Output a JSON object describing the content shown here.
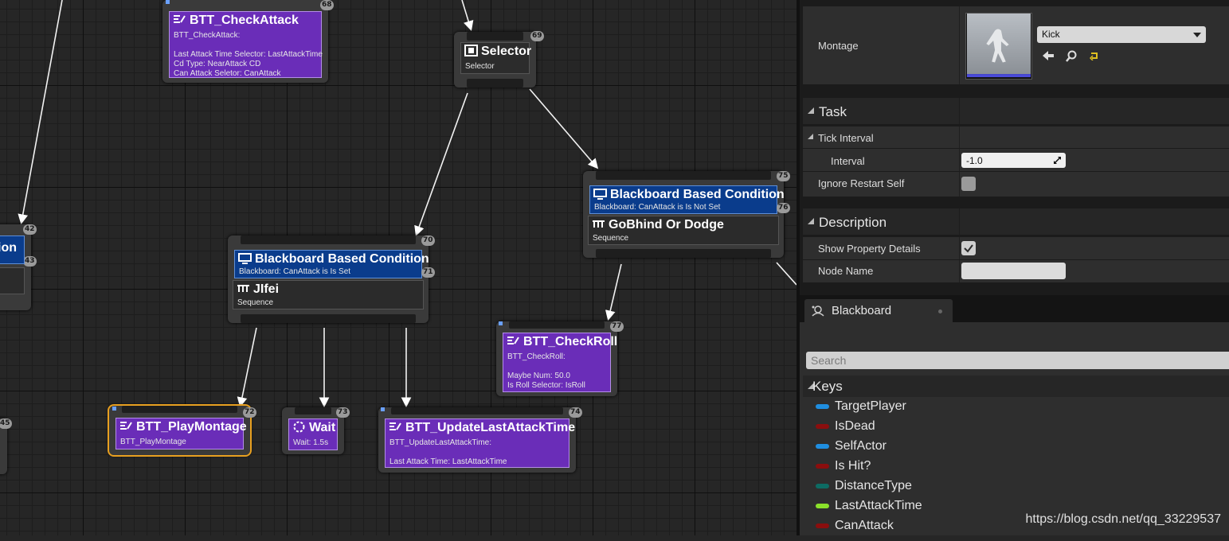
{
  "graph": {
    "nodes": {
      "check_attack": {
        "index": "68",
        "title": "BTT_CheckAttack",
        "lines": [
          "BTT_CheckAttack:",
          "",
          "Last Attack Time Selector: LastAttackTime",
          "Cd Type: NearAttack CD",
          "Can Attack Seletor: CanAttack"
        ]
      },
      "selector": {
        "index": "69",
        "title": "Selector",
        "subtitle": "Selector"
      },
      "left_partial": {
        "index_top": "42",
        "index_mid": "43",
        "title_fragment": "ion"
      },
      "left_bottom": {
        "index": "45"
      },
      "bb_condition_set": {
        "index": "70",
        "decorator_index": "71",
        "decorator_title": "Blackboard Based Condition",
        "decorator_desc": "Blackboard: CanAttack is Is Set",
        "composite_title": "JIfei",
        "composite_type": "Sequence"
      },
      "bb_condition_not_set": {
        "index": "75",
        "decorator_index": "76",
        "decorator_title": "Blackboard Based Condition",
        "decorator_desc": "Blackboard: CanAttack is Is Not Set",
        "composite_title": "GoBhind Or Dodge",
        "composite_type": "Sequence"
      },
      "play_montage": {
        "index": "72",
        "title": "BTT_PlayMontage",
        "lines": [
          "BTT_PlayMontage"
        ]
      },
      "wait": {
        "index": "73",
        "title": "Wait",
        "lines": [
          "Wait: 1.5s"
        ]
      },
      "update_last_attack": {
        "index": "74",
        "title": "BTT_UpdateLastAttackTime",
        "lines": [
          "BTT_UpdateLastAttackTime:",
          "",
          "Last Attack Time: LastAttackTime"
        ]
      },
      "check_roll": {
        "index": "77",
        "title": "BTT_CheckRoll",
        "lines": [
          "BTT_CheckRoll:",
          "",
          "Maybe Num: 50.0",
          "Is Roll Selector: IsRoll"
        ]
      }
    }
  },
  "details": {
    "montage": {
      "label": "Montage",
      "value": "Kick"
    },
    "task_category": "Task",
    "tick_interval": {
      "label": "Tick Interval",
      "interval_label": "Interval",
      "interval_value": "-1.0"
    },
    "ignore_restart_self": {
      "label": "Ignore Restart Self",
      "checked": false
    },
    "description_category": "Description",
    "show_property_details": {
      "label": "Show Property Details",
      "checked": true
    },
    "node_name": {
      "label": "Node Name",
      "value": ""
    }
  },
  "blackboard": {
    "tab_label": "Blackboard",
    "search_placeholder": "Search",
    "keys_category": "Keys",
    "keys": [
      {
        "name": "TargetPlayer",
        "color": "#1f8ee0"
      },
      {
        "name": "IsDead",
        "color": "#8a0e0e"
      },
      {
        "name": "SelfActor",
        "color": "#1f8ee0"
      },
      {
        "name": "Is Hit?",
        "color": "#8a0e0e"
      },
      {
        "name": "DistanceType",
        "color": "#0d6b63"
      },
      {
        "name": "LastAttackTime",
        "color": "#8ae02a"
      },
      {
        "name": "CanAttack",
        "color": "#8a0e0e"
      }
    ]
  },
  "watermark": "https://blog.csdn.net/qq_33229537",
  "colors": {
    "task": "#6a2db8",
    "decorator": "#0a3c8c",
    "selected_outline": "#e8a020"
  }
}
